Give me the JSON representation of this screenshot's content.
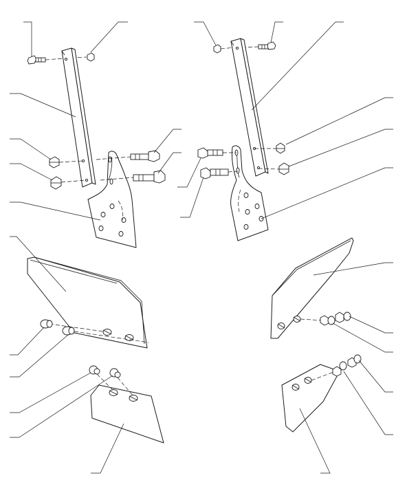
{
  "diagram": {
    "description_visible_text": [],
    "colors": {
      "line": "#1a1a1a",
      "background": "#ffffff"
    },
    "left_assembly": {
      "parts": [
        "bolt-top",
        "nut-top",
        "bar",
        "nut-mid",
        "nut-lower",
        "bolt-mid",
        "bolt-lower",
        "bracket-plate",
        "blade",
        "carriage-bolt-1",
        "carriage-bolt-2",
        "carriage-bolt-3",
        "carriage-bolt-4",
        "tip-plate"
      ]
    },
    "right_assembly": {
      "parts": [
        "nut-top",
        "bolt-top",
        "bar",
        "nut-mid",
        "nut-lower",
        "bolt-mid",
        "bolt-lower",
        "bracket-plate",
        "blade",
        "carriage-bolts",
        "tip-plate"
      ]
    }
  }
}
